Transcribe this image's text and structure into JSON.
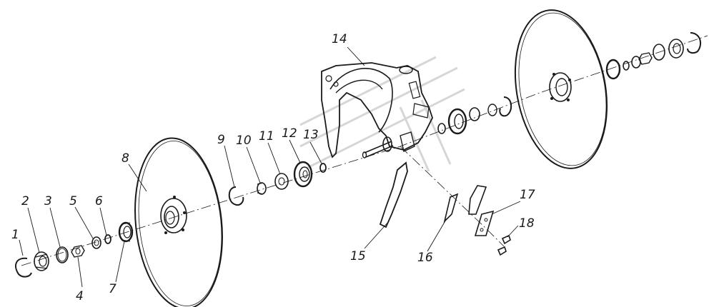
{
  "diagram": {
    "labels": [
      {
        "id": "1",
        "text": "1"
      },
      {
        "id": "2",
        "text": "2"
      },
      {
        "id": "3",
        "text": "3"
      },
      {
        "id": "4",
        "text": "4"
      },
      {
        "id": "5",
        "text": "5"
      },
      {
        "id": "6",
        "text": "6"
      },
      {
        "id": "7",
        "text": "7"
      },
      {
        "id": "8",
        "text": "8"
      },
      {
        "id": "9",
        "text": "9"
      },
      {
        "id": "10",
        "text": "10"
      },
      {
        "id": "11",
        "text": "11"
      },
      {
        "id": "12",
        "text": "12"
      },
      {
        "id": "13",
        "text": "13"
      },
      {
        "id": "14",
        "text": "14"
      },
      {
        "id": "15",
        "text": "15"
      },
      {
        "id": "16",
        "text": "16"
      },
      {
        "id": "17",
        "text": "17"
      },
      {
        "id": "18",
        "text": "18"
      }
    ]
  }
}
